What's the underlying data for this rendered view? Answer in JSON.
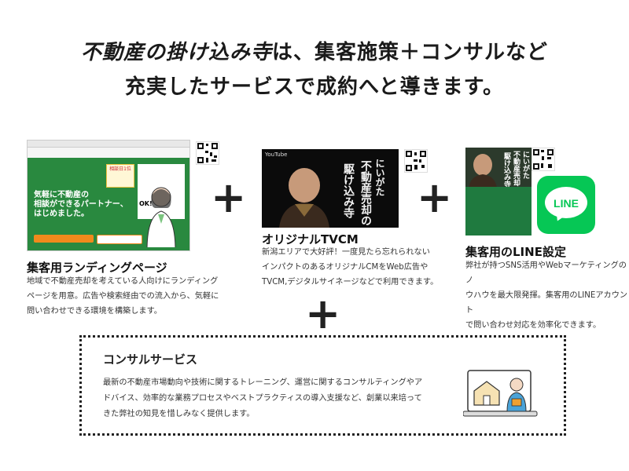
{
  "headline": {
    "line1_emphasis": "不動産の掛け込み寺",
    "line1_rest": "は、集客施策＋コンサルなど",
    "line2": "充実したサービスで成約へと導きます。"
  },
  "plus_symbol": "+",
  "landing_page": {
    "title": "集客用ランディングページ",
    "desc_line1": "地域で不動産売却を考えている人向けにランディング",
    "desc_line2": "ページを用意。広告や検索経由での流入から、気軽に",
    "desc_line3": "問い合わせできる環境を構築します。",
    "screenshot": {
      "hero_line1": "気軽に不動産の",
      "hero_line2": "相談ができるパートナー、",
      "hero_line3": "はじめました。",
      "badge": "相談日1位",
      "ok": "OK!"
    }
  },
  "tvcm": {
    "title": "オリジナルTVCM",
    "desc_line1": "新潟エリアで大好評！一度見たら忘れられない",
    "desc_line2": "インパクトのあるオリジナルCMをWeb広告や",
    "desc_line3": "TVCM,デジタルサイネージなどで利用できます。",
    "screenshot": {
      "logo": "YouTube",
      "col1": "にいがた",
      "col2": "不動産売却の",
      "col3": "駆け込み寺"
    }
  },
  "line": {
    "title": "集客用のLINE設定",
    "desc_line1": "弊社が持つSNS活用やWebマーケティングのノ",
    "desc_line2": "ウハウを最大限発揮。集客用のLINEアカウント",
    "desc_line3": "で問い合わせ対応を効率化できます。",
    "app_label": "LINE",
    "screenshot": {
      "col1": "にいがた",
      "col2": "不動産売却の",
      "col3": "駆け込み寺"
    }
  },
  "consult": {
    "title": "コンサルサービス",
    "desc_line1": "最新の不動産市場動向や技術に関するトレーニング、運営に関するコンサルティングやア",
    "desc_line2": "ドバイス、効率的な業務プロセスやベストプラクティスの導入支援など、創業以来培って",
    "desc_line3": "きた弊社の知見を惜しみなく提供します。"
  },
  "colors": {
    "lp_green": "#29893f",
    "line_green": "#06c755",
    "accent_orange": "#f08a1c",
    "text_dark": "#1a1a1a"
  }
}
